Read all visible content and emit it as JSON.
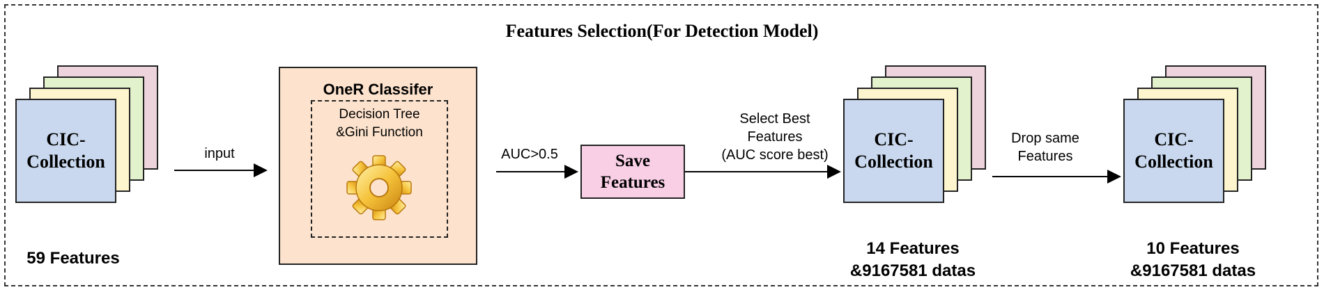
{
  "title": "Features Selection(For Detection Model)",
  "stack1": {
    "label": "CIC-\nCollection",
    "caption": "59 Features"
  },
  "edge_input": "input",
  "classifier": {
    "title": "OneR Classifer",
    "inner": "Decision Tree\n&Gini Function"
  },
  "edge_auc": "AUC>0.5",
  "save": {
    "label": "Save\nFeatures"
  },
  "edge_select": "Select Best\nFeatures\n(AUC score best)",
  "stack2": {
    "label": "CIC-\nCollection",
    "caption": "14 Features\n&9167581 datas"
  },
  "edge_drop": "Drop same\nFeatures",
  "stack3": {
    "label": "CIC-\nCollection",
    "caption": "10 Features\n&9167581 datas"
  },
  "colors": {
    "sheet_blue": "#c9d8ee",
    "sheet_yellow": "#fcf5cd",
    "sheet_green": "#e2f2cc",
    "sheet_pink": "#ecd3dc",
    "classifier_fill": "#fde3cd",
    "save_fill": "#f9cfe6"
  },
  "icons": [
    "gear-icon"
  ]
}
